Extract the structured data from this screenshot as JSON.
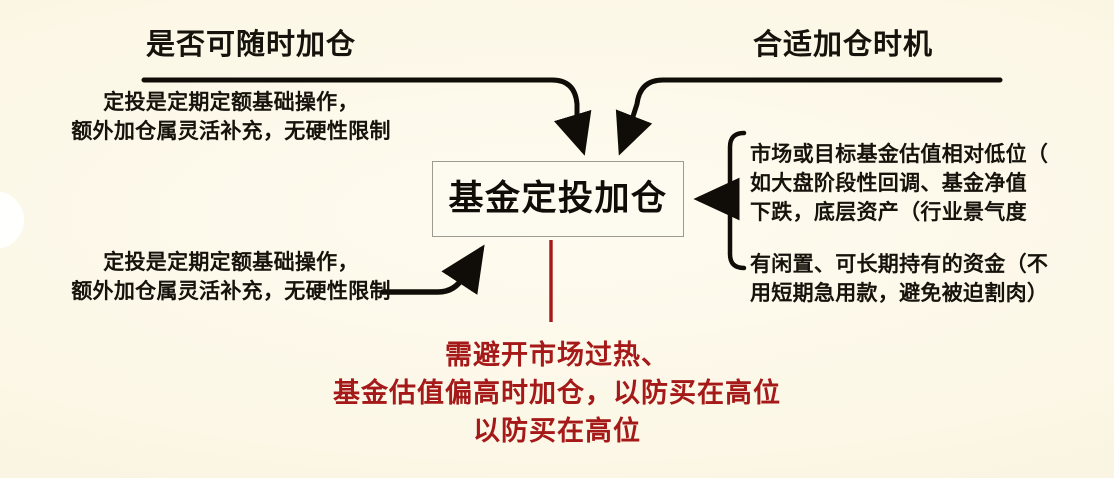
{
  "diagram": {
    "title": "基金定投加仓思维导图",
    "background_color": "#fdf8e8",
    "accent_color": "#a51919",
    "text_color": "#16120c",
    "center": {
      "label": "基金定投加仓"
    },
    "headings": {
      "left": "是否可随时加仓",
      "right": "合适加仓时机"
    },
    "branches": {
      "top_left": "定投是定期定额基础操作，\n额外加仓属灵活补充，无硬性限制",
      "bottom_left": "定投是定期定额基础操作，\n额外加仓属灵活补充，无硬性限制",
      "top_right": "市场或目标基金估值相对低位（\n如大盘阶段性回调、基金净值\n下跌，底层资产（行业景气度",
      "bottom_right": "有闲置、可长期持有的资金（不\n用短期急用款，避免被迫割肉）"
    },
    "warning": "需避开市场过热、\n基金估值偏高时加仓，以防买在高位\n以防买在高位"
  }
}
